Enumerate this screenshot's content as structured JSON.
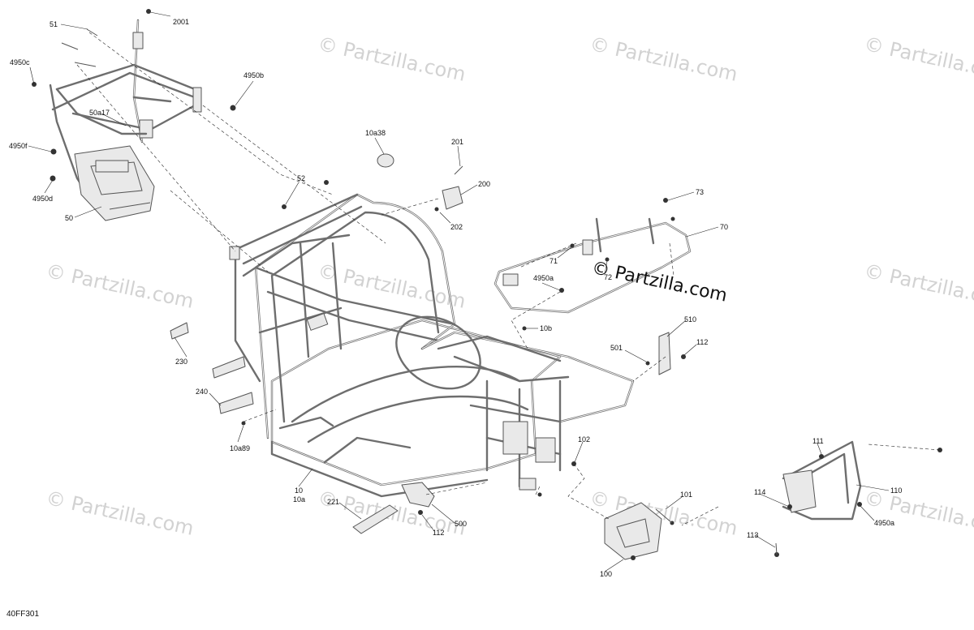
{
  "watermark": "© Partzilla.com",
  "brand": "© Partzilla.com",
  "diagram_code": "40FF301",
  "callouts": [
    {
      "id": "c2001",
      "label": "2001"
    },
    {
      "id": "c51",
      "label": "51"
    },
    {
      "id": "c4950c",
      "label": "4950c"
    },
    {
      "id": "c4950b",
      "label": "4950b"
    },
    {
      "id": "c50a17",
      "label": "50a17"
    },
    {
      "id": "c4950f",
      "label": "4950f"
    },
    {
      "id": "c4950d",
      "label": "4950d"
    },
    {
      "id": "c50",
      "label": "50"
    },
    {
      "id": "c10a38",
      "label": "10a38"
    },
    {
      "id": "c201",
      "label": "201"
    },
    {
      "id": "c52",
      "label": "52"
    },
    {
      "id": "c200",
      "label": "200"
    },
    {
      "id": "c202",
      "label": "202"
    },
    {
      "id": "c73",
      "label": "73"
    },
    {
      "id": "c70",
      "label": "70"
    },
    {
      "id": "c71",
      "label": "71"
    },
    {
      "id": "c72",
      "label": "72"
    },
    {
      "id": "c4950a_top",
      "label": "4950a"
    },
    {
      "id": "c10b",
      "label": "10b"
    },
    {
      "id": "c510",
      "label": "510"
    },
    {
      "id": "c501",
      "label": "501"
    },
    {
      "id": "c112_r",
      "label": "112"
    },
    {
      "id": "c230",
      "label": "230"
    },
    {
      "id": "c240",
      "label": "240"
    },
    {
      "id": "c10a89",
      "label": "10a89"
    },
    {
      "id": "c102",
      "label": "102"
    },
    {
      "id": "c111",
      "label": "111"
    },
    {
      "id": "c10",
      "label": "10"
    },
    {
      "id": "c10a",
      "label": "10a"
    },
    {
      "id": "c110",
      "label": "110"
    },
    {
      "id": "c101",
      "label": "101"
    },
    {
      "id": "c114",
      "label": "114"
    },
    {
      "id": "c221",
      "label": "221"
    },
    {
      "id": "c500",
      "label": "500"
    },
    {
      "id": "c4950a_bot",
      "label": "4950a"
    },
    {
      "id": "c112_b",
      "label": "112"
    },
    {
      "id": "c113",
      "label": "113"
    },
    {
      "id": "c100",
      "label": "100"
    }
  ]
}
